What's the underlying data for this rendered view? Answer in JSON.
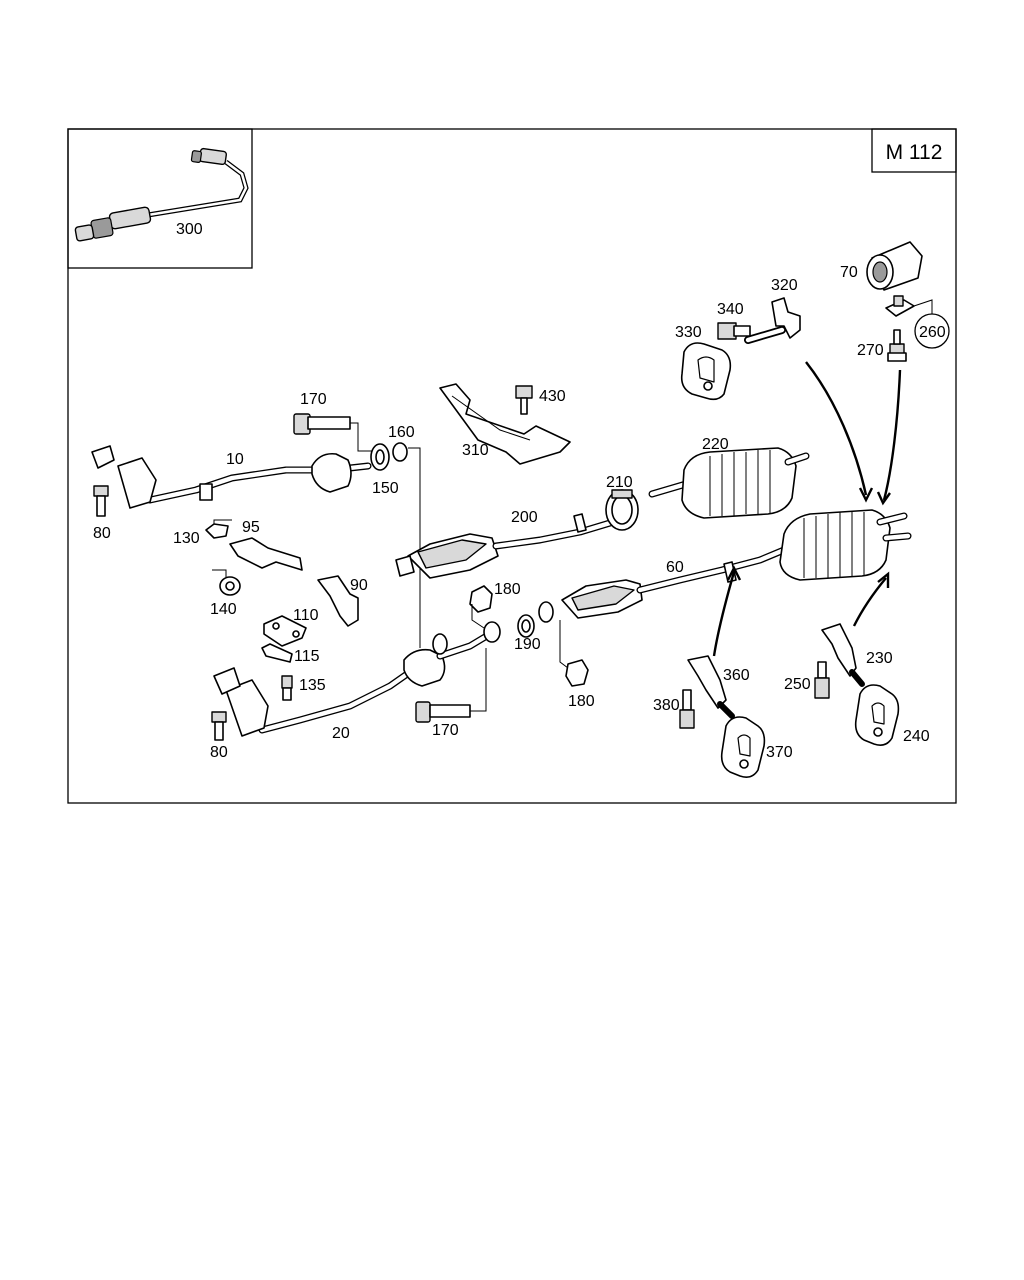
{
  "header": {
    "engine_code": "M 112"
  },
  "parts": [
    {
      "id": "p300",
      "label": "300"
    },
    {
      "id": "p70",
      "label": "70"
    },
    {
      "id": "p320",
      "label": "320"
    },
    {
      "id": "p340",
      "label": "340"
    },
    {
      "id": "p330",
      "label": "330"
    },
    {
      "id": "p260",
      "label": "260"
    },
    {
      "id": "p270",
      "label": "270"
    },
    {
      "id": "p170a",
      "label": "170"
    },
    {
      "id": "p430",
      "label": "430"
    },
    {
      "id": "p160",
      "label": "160"
    },
    {
      "id": "p310",
      "label": "310"
    },
    {
      "id": "p220",
      "label": "220"
    },
    {
      "id": "p10",
      "label": "10"
    },
    {
      "id": "p150",
      "label": "150"
    },
    {
      "id": "p210",
      "label": "210"
    },
    {
      "id": "p80a",
      "label": "80"
    },
    {
      "id": "p200",
      "label": "200"
    },
    {
      "id": "p130",
      "label": "130"
    },
    {
      "id": "p95",
      "label": "95"
    },
    {
      "id": "p60",
      "label": "60"
    },
    {
      "id": "p90",
      "label": "90"
    },
    {
      "id": "p180a",
      "label": "180"
    },
    {
      "id": "p140",
      "label": "140"
    },
    {
      "id": "p110",
      "label": "110"
    },
    {
      "id": "p190",
      "label": "190"
    },
    {
      "id": "p115",
      "label": "115"
    },
    {
      "id": "p230",
      "label": "230"
    },
    {
      "id": "p360",
      "label": "360"
    },
    {
      "id": "p135",
      "label": "135"
    },
    {
      "id": "p250",
      "label": "250"
    },
    {
      "id": "p180b",
      "label": "180"
    },
    {
      "id": "p380",
      "label": "380"
    },
    {
      "id": "p170b",
      "label": "170"
    },
    {
      "id": "p20",
      "label": "20"
    },
    {
      "id": "p240",
      "label": "240"
    },
    {
      "id": "p80b",
      "label": "80"
    },
    {
      "id": "p370",
      "label": "370"
    }
  ]
}
